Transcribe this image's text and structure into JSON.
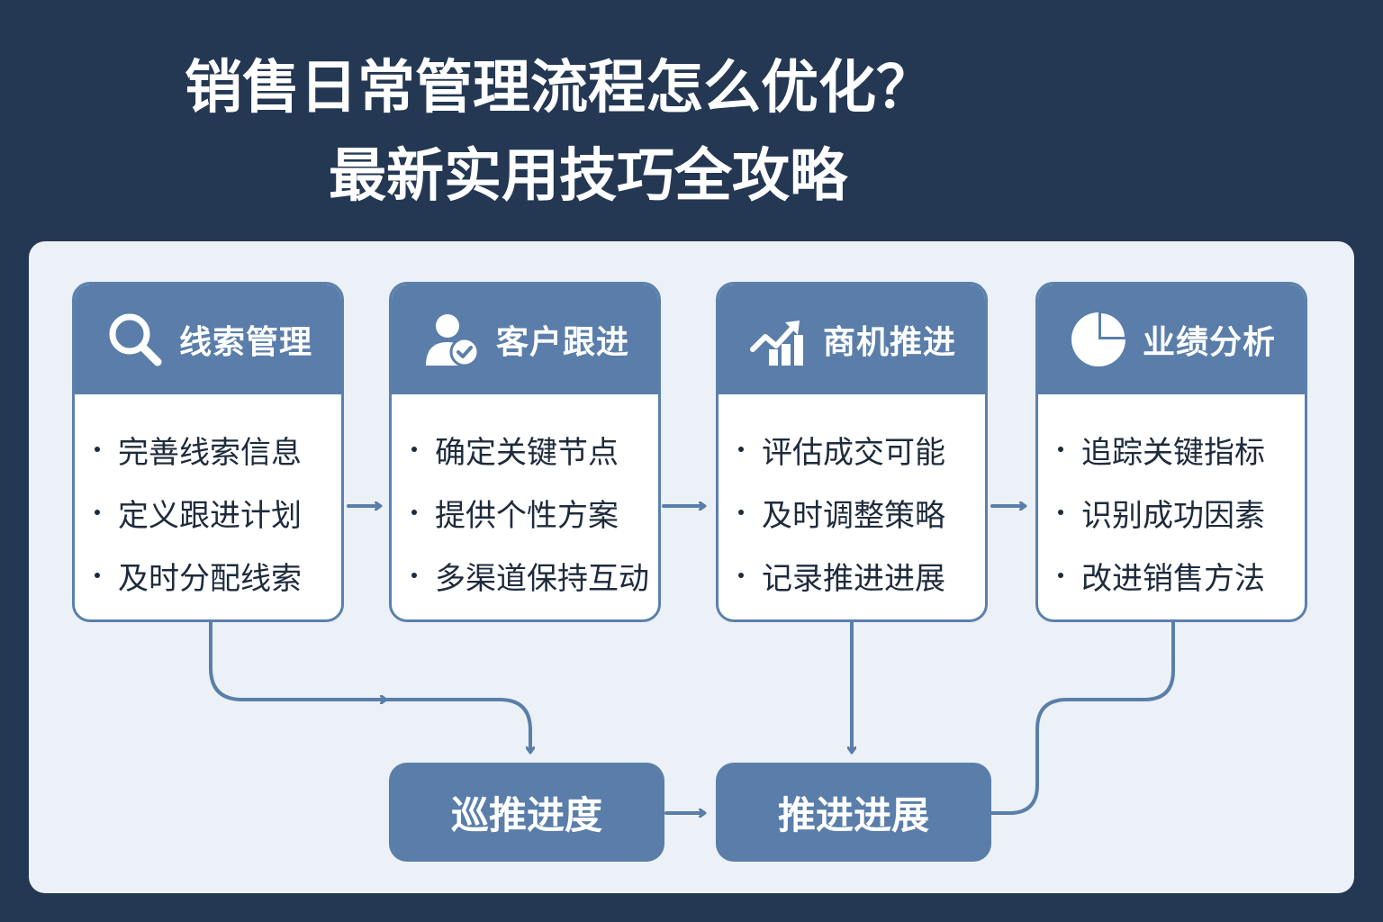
{
  "title": {
    "line1": "销售日常管理流程怎么优化？",
    "line2": "最新实用技巧全攻略"
  },
  "cards": [
    {
      "title": "线索管理",
      "icon": "search-icon",
      "items": [
        "完善线索信息",
        "定义跟进计划",
        "及时分配线索"
      ]
    },
    {
      "title": "客户跟进",
      "icon": "user-check-icon",
      "items": [
        "确定关键节点",
        "提供个性方案",
        "多渠道保持互动"
      ]
    },
    {
      "title": "商机推进",
      "icon": "trend-chart-icon",
      "items": [
        "评估成交可能",
        "及时调整策略",
        "记录推进进展"
      ]
    },
    {
      "title": "业绩分析",
      "icon": "pie-chart-icon",
      "items": [
        "追踪关键指标",
        "识别成功因素",
        "改进销售方法"
      ]
    }
  ],
  "bottom": {
    "left": "巡推进度",
    "right": "推进进展"
  },
  "colors": {
    "background": "#243853",
    "panel": "#ebf1f6",
    "accent": "#5a7ea9",
    "text": "#1e2b3c"
  }
}
